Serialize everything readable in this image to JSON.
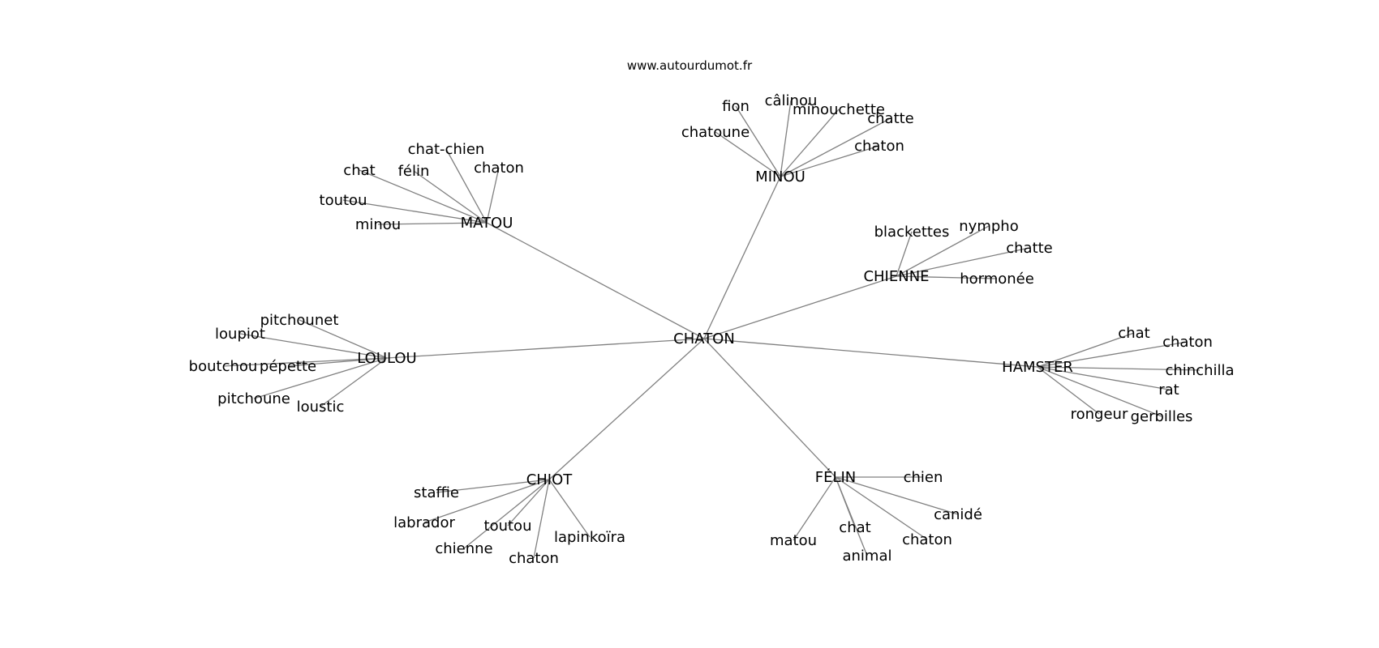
{
  "source": "www.autourdumot.fr",
  "colors": {
    "edge": "#808080",
    "text": "#000000",
    "background": "#ffffff"
  },
  "graph": {
    "root": "CHATON",
    "hubs": [
      {
        "label": "MATOU",
        "leaves": [
          "chat-chien",
          "chat",
          "félin",
          "chaton",
          "toutou",
          "minou"
        ]
      },
      {
        "label": "MINOU",
        "leaves": [
          "fion",
          "câlinou",
          "minouchette",
          "chatte",
          "chatoune",
          "chaton"
        ]
      },
      {
        "label": "CHIENNE",
        "leaves": [
          "blackettes",
          "nympho",
          "chatte",
          "hormonée"
        ]
      },
      {
        "label": "LOULOU",
        "leaves": [
          "pitchounet",
          "loupiot",
          "boutchou",
          "pépette",
          "pitchoune",
          "loustic"
        ]
      },
      {
        "label": "HAMSTER",
        "leaves": [
          "chat",
          "chaton",
          "chinchilla",
          "rat",
          "rongeur",
          "gerbilles"
        ]
      },
      {
        "label": "CHIOT",
        "leaves": [
          "staffie",
          "labrador",
          "toutou",
          "chienne",
          "chaton",
          "lapinkoïra"
        ]
      },
      {
        "label": "FÉLIN",
        "leaves": [
          "chien",
          "canidé",
          "matou",
          "chat",
          "chaton",
          "animal"
        ]
      }
    ]
  }
}
